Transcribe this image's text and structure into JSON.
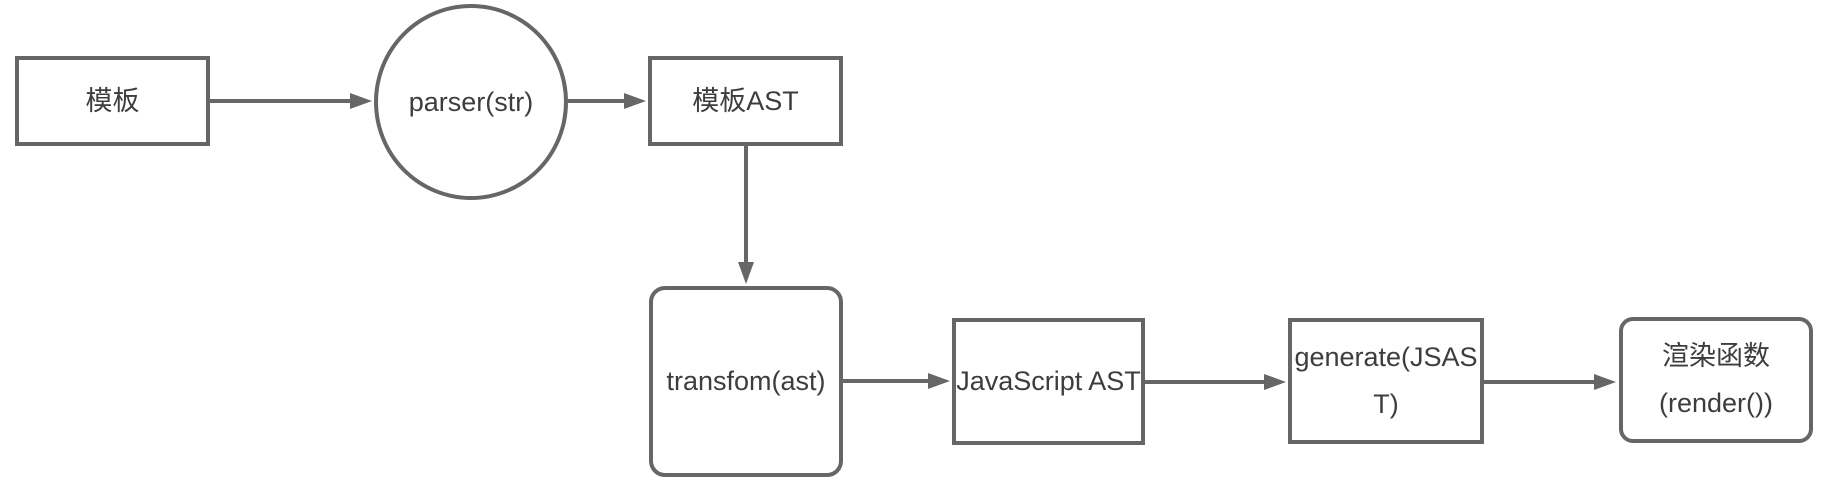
{
  "diagram": {
    "type": "flowchart",
    "background_color": "#ffffff",
    "stroke_color": "#666666",
    "text_color": "#3d3d3d",
    "nodes": [
      {
        "id": "template",
        "shape": "rectangle",
        "label": "模板"
      },
      {
        "id": "parser",
        "shape": "circle",
        "label": "parser(str)"
      },
      {
        "id": "template-ast",
        "shape": "rectangle",
        "label": "模板AST"
      },
      {
        "id": "transform",
        "shape": "rounded-rectangle",
        "label": "transfom(ast)"
      },
      {
        "id": "javascript-ast",
        "shape": "rectangle",
        "label": "JavaScript AST"
      },
      {
        "id": "generate",
        "shape": "rectangle",
        "label": "generate(JSAST)",
        "lines": [
          "generate(JSAS",
          "T)"
        ]
      },
      {
        "id": "render-function",
        "shape": "rounded-rectangle",
        "label": "渲染函数(render())",
        "lines": [
          "渲染函数",
          "(render())"
        ]
      }
    ],
    "edges": [
      {
        "from": "template",
        "to": "parser",
        "direction": "right"
      },
      {
        "from": "parser",
        "to": "template-ast",
        "direction": "right"
      },
      {
        "from": "template-ast",
        "to": "transform",
        "direction": "down"
      },
      {
        "from": "transform",
        "to": "javascript-ast",
        "direction": "right"
      },
      {
        "from": "javascript-ast",
        "to": "generate",
        "direction": "right"
      },
      {
        "from": "generate",
        "to": "render-function",
        "direction": "right"
      }
    ]
  }
}
